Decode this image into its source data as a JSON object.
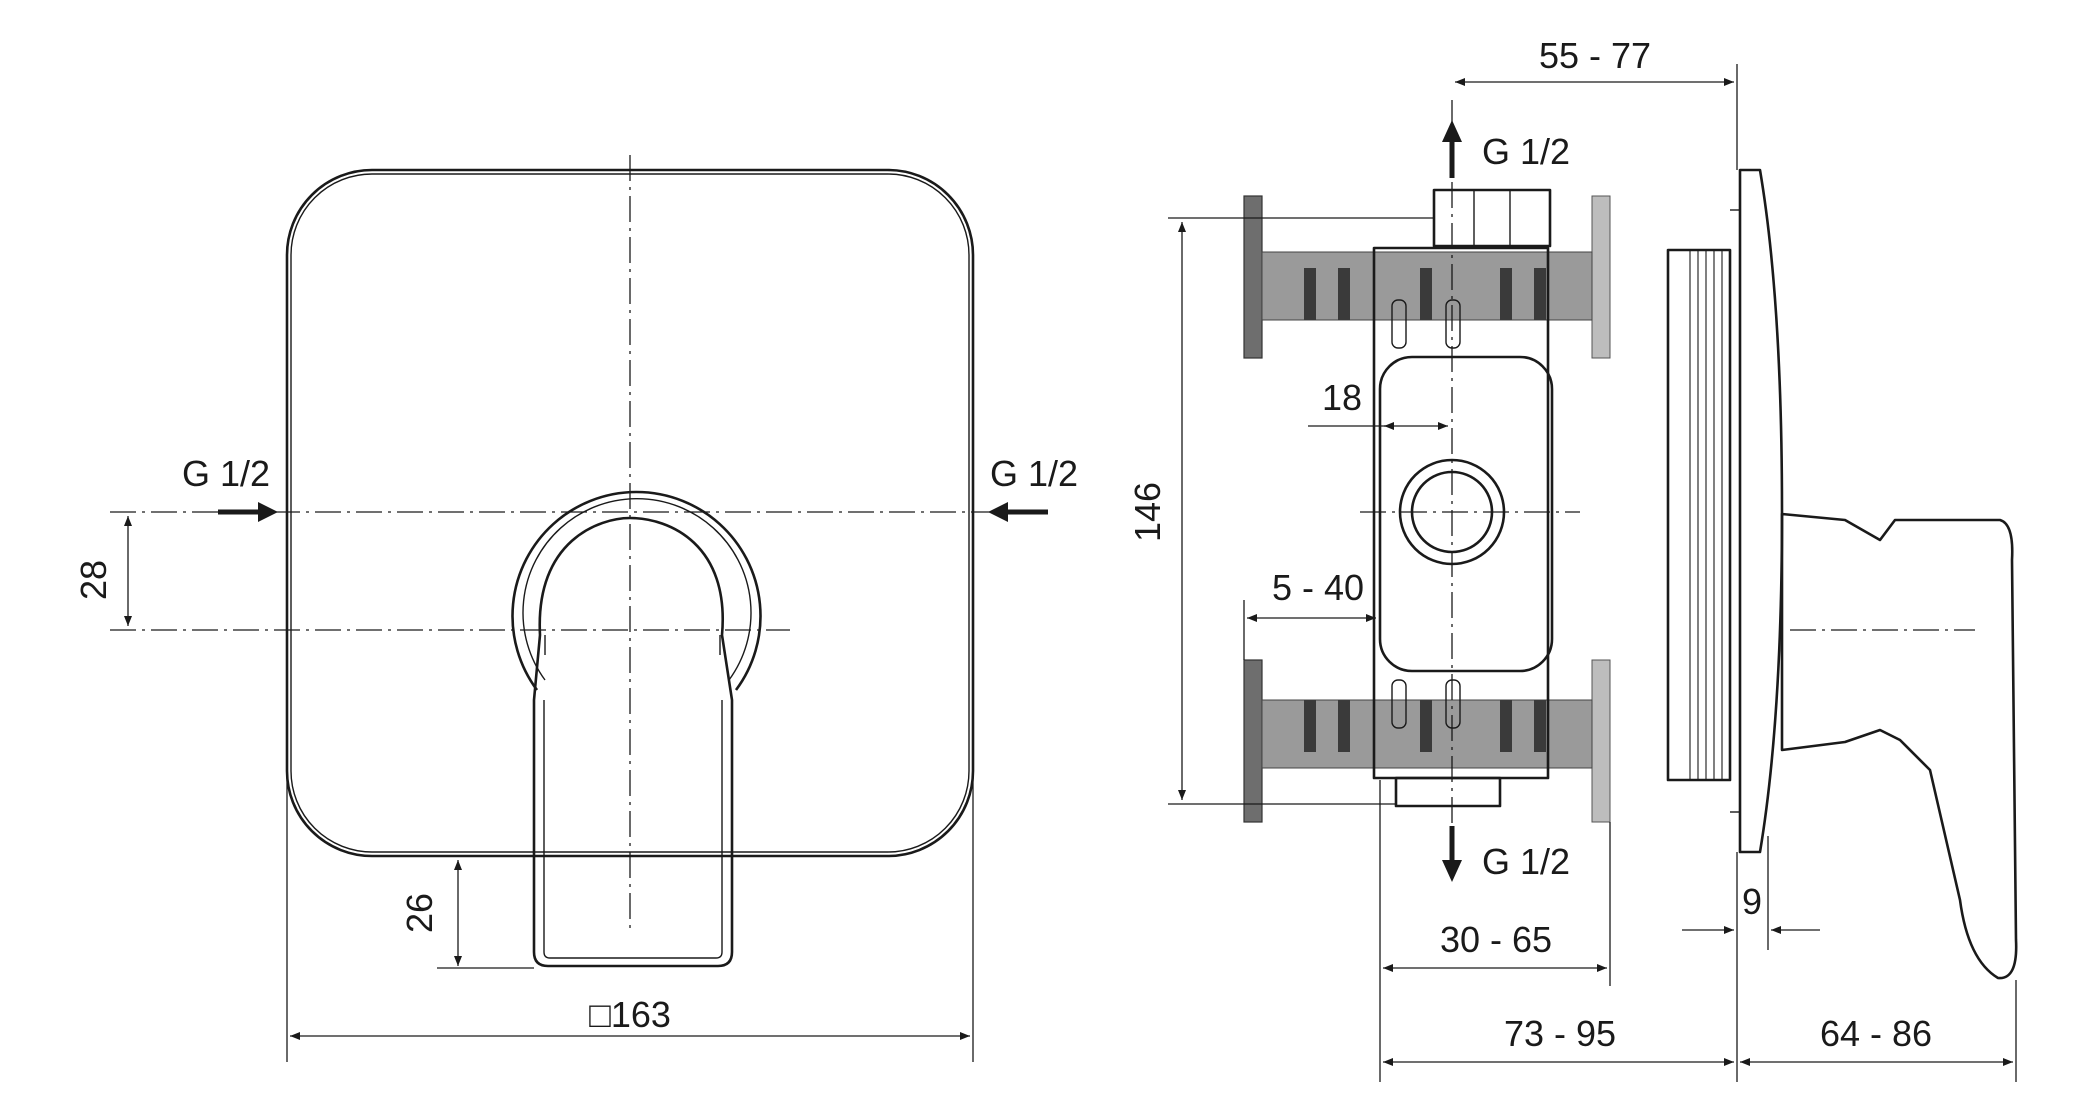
{
  "front_view": {
    "inlet_left": "G 1/2",
    "inlet_right": "G 1/2",
    "dim_28": "28",
    "dim_26": "26",
    "dim_163": "□163"
  },
  "side_view": {
    "outlet_top": "G 1/2",
    "outlet_bottom": "G 1/2",
    "dim_55_77": "55 - 77",
    "dim_146": "146",
    "dim_18": "18",
    "dim_5_40": "5 - 40",
    "dim_30_65": "30 - 65",
    "dim_73_95": "73 - 95",
    "dim_64_86": "64 - 86",
    "dim_9": "9"
  }
}
